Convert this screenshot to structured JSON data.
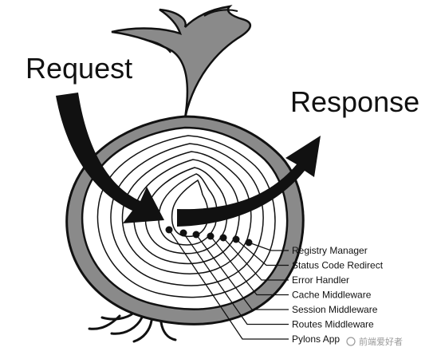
{
  "title_request": "Request",
  "title_response": "Response",
  "layers": [
    "Registry Manager",
    "Status Code Redirect",
    "Error Handler",
    "Cache Middleware",
    "Session Middleware",
    "Routes Middleware",
    "Pylons App"
  ],
  "watermark": "前端爱好者",
  "colors": {
    "outline": "#111111",
    "skin": "#8a8a8a",
    "background": "#ffffff"
  }
}
